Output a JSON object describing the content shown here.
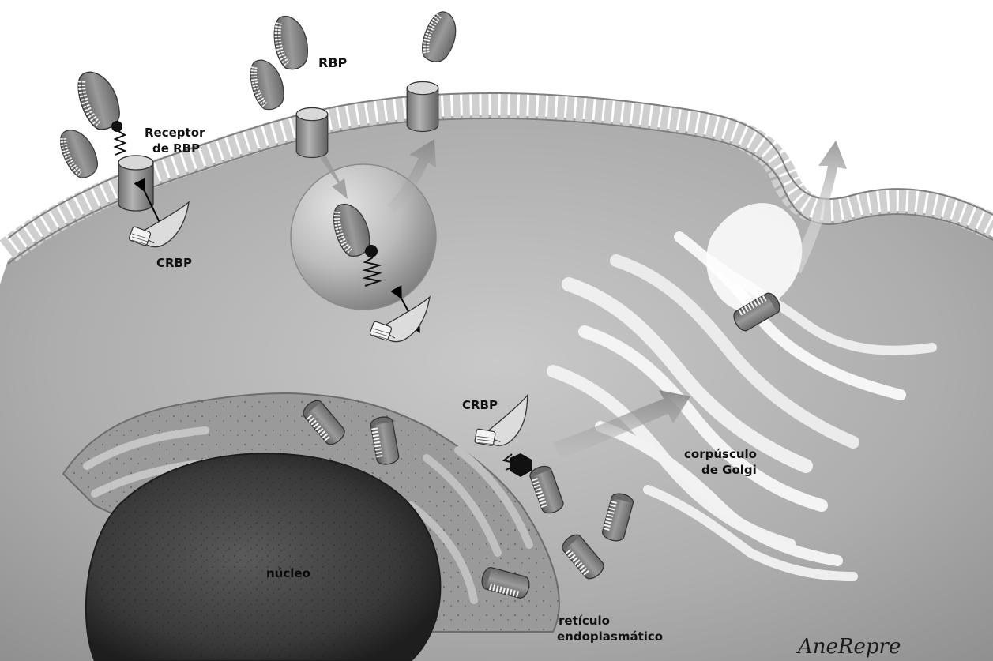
{
  "labels": {
    "rbp": "RBP",
    "receptor_line1": "Receptor",
    "receptor_line2": "de RBP",
    "crbp_left": "CRBP",
    "crbp_center": "CRBP",
    "golgi_line1": "corpúsculo",
    "golgi_line2": "de Golgi",
    "nucleus": "núcleo",
    "er_line1": "retículo",
    "er_line2": "endoplasmático"
  },
  "signature": "AneRepre",
  "colors": {
    "background": "#ffffff",
    "cytoplasm": "#a6a6a6",
    "cytoplasm_light": "#d0d0d0",
    "membrane": "#8a8a8a",
    "membrane_head": "#cfcfcf",
    "nucleus": "#3c3c3c",
    "nucleus_edge": "#222222",
    "protein_body": "#7a7a7a",
    "protein_stripe": "#f2f2f2",
    "arrow": "#9a9a9a",
    "golgi": "#efefef",
    "er": "#8c8c8c",
    "vesicle": "#bdbdbd"
  },
  "icons": {
    "rbp_protein": "rbp-protein-icon",
    "receptor": "receptor-cylinder-icon",
    "crbp_protein": "crbp-protein-icon",
    "transport_arrow": "transport-arrow-icon",
    "retinol": "retinol-molecule-icon"
  }
}
